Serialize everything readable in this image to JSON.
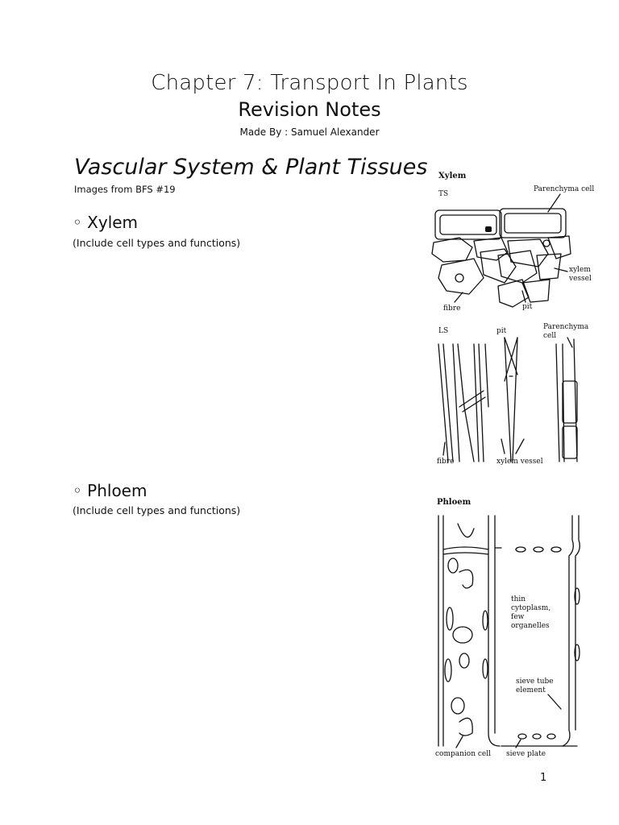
{
  "header": {
    "title": "Chapter 7: Transport In Plants",
    "subtitle": "Revision Notes",
    "byline": "Made By : Samuel Alexander"
  },
  "section": {
    "title": "Vascular System & Plant Tissues",
    "credit": "Images from BFS #19"
  },
  "xylem": {
    "heading": "◦ Xylem",
    "note": "(Include cell types and functions)",
    "figure": {
      "title": "Xylem",
      "ts_label": "TS",
      "ls_label": "LS",
      "labels": {
        "parenchyma_ts": "Parenchyma cell",
        "xylem_vessel_1": "xylem",
        "xylem_vessel_2": "vessel",
        "fibre_ts": "fibre",
        "pit_ts": "pit",
        "pit_ls": "pit",
        "parenchyma_ls_1": "Parenchyma",
        "parenchyma_ls_2": "cell",
        "fibre_ls": "fibre",
        "xylem_vessel_ls": "xylem vessel"
      }
    }
  },
  "phloem": {
    "heading": "◦ Phloem",
    "note": "(Include cell types and functions)",
    "figure": {
      "title": "Phloem",
      "labels": {
        "thin_1": "thin",
        "thin_2": "cytoplasm,",
        "thin_3": "few",
        "thin_4": "organelles",
        "sieve_1": "sieve tube",
        "sieve_2": "element",
        "companion": "companion cell",
        "sieve_plate": "sieve plate"
      }
    }
  },
  "page_number": "1"
}
